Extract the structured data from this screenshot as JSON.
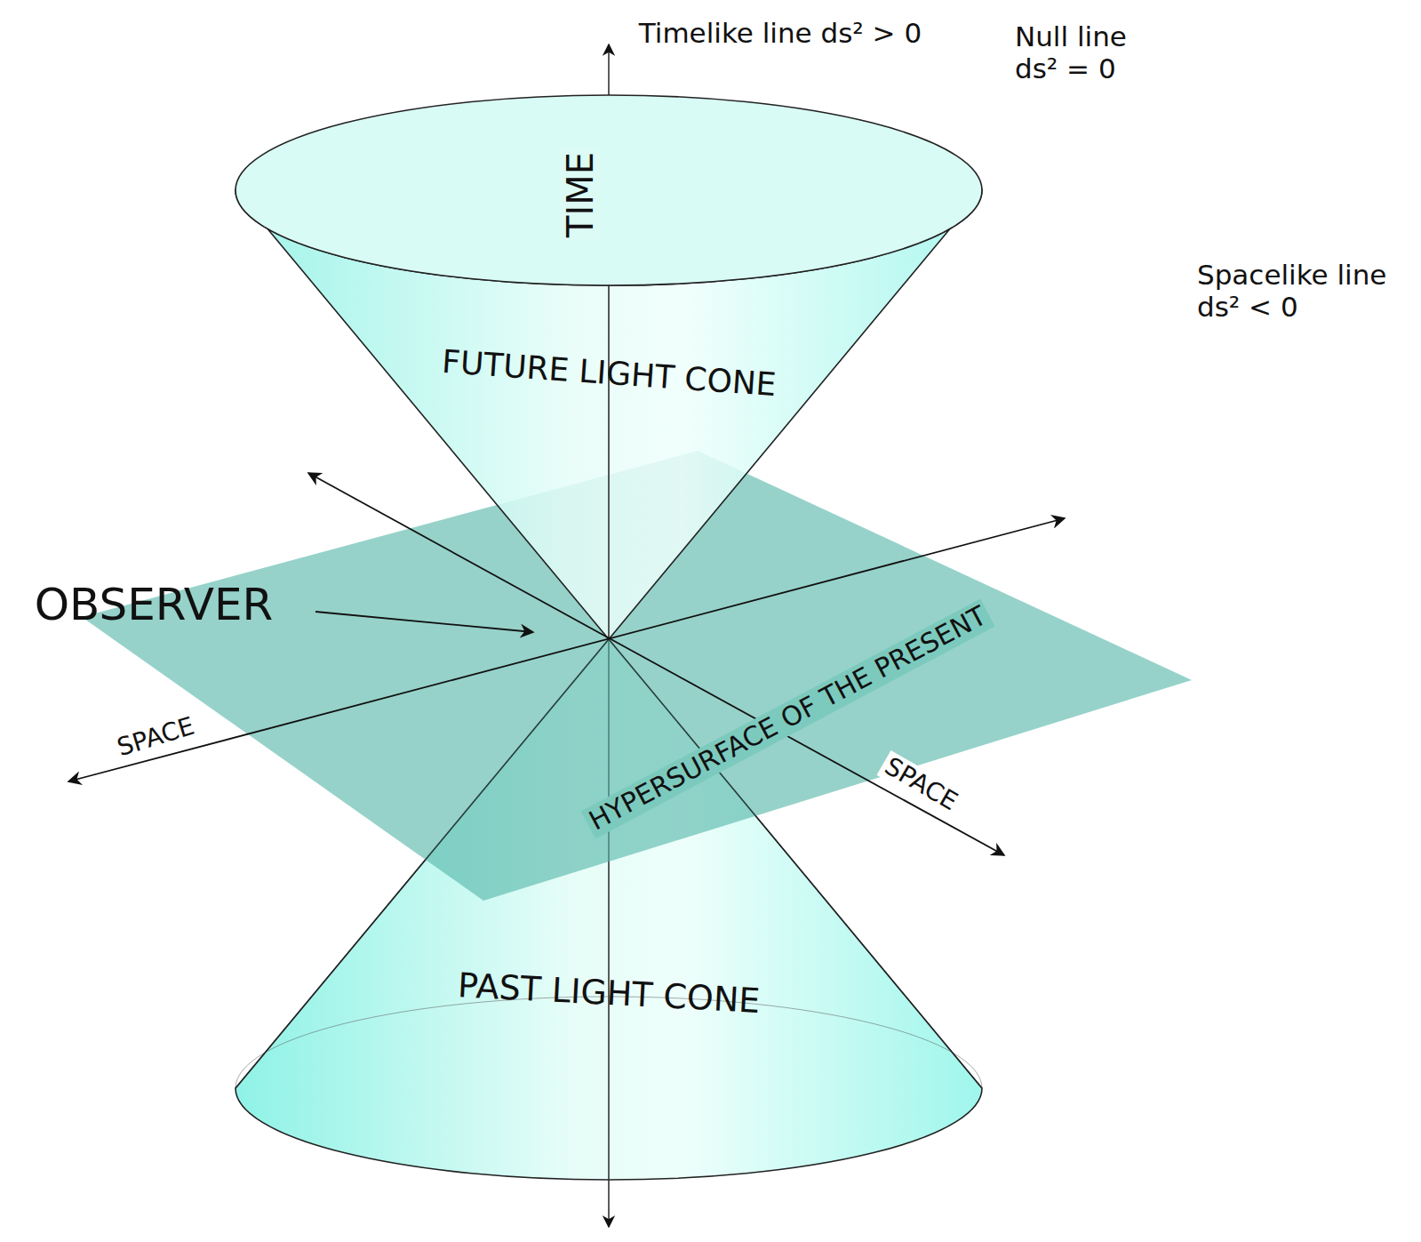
{
  "diagram": {
    "labels": [
      "Timelike line ds² > 0",
      "Null line ds² = 0",
      "Spacelike line ds² < 0",
      "TIME",
      "FUTURE LIGHT CONE",
      "OBSERVER",
      "SPACE",
      "SPACE",
      "HYPERSURFACE OF THE PRESENT",
      "PAST LIGHT CONE"
    ]
  }
}
